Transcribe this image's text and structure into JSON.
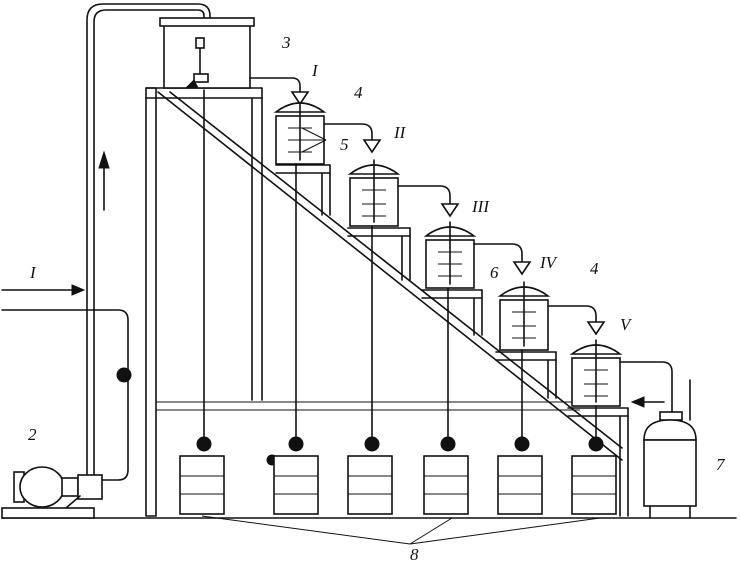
{
  "labels": {
    "pump": "2",
    "head_tank": "3",
    "reactor_lid": "4",
    "stirrers": "5",
    "reactor_lid_4": "4",
    "stirrer_6": "6",
    "receiver": "7",
    "drums": "8",
    "inlet": "I"
  },
  "stages": [
    "I",
    "II",
    "III",
    "IV",
    "V"
  ]
}
